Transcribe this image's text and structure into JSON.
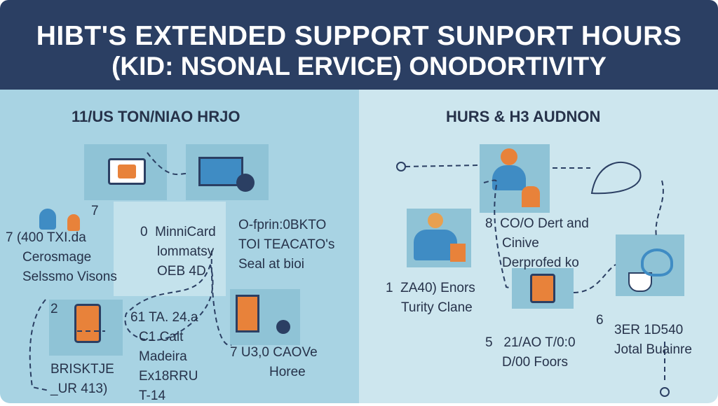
{
  "title": {
    "line1": "HIBT'S EXTENDED SUPPORT SUNPORT HOURS",
    "line2": "(KID: NSONAL ERVICE) ONODORTIVITY"
  },
  "left": {
    "heading": "11/US TON/NIAO HRJO",
    "items": [
      {
        "num": "7",
        "lines": [
          "(400 TXI.da",
          "Cerosmage",
          "Selssmo Visons"
        ]
      },
      {
        "num": "0",
        "lines": [
          "MinniCard",
          "lommatsy",
          "OEB 4D"
        ]
      },
      {
        "num": "",
        "lines": [
          "O-fprin:0BKTO",
          "TOI TEACATO's",
          "Seal at bioi"
        ]
      },
      {
        "num": "2",
        "lines": [
          "BRISKTJE",
          "_UR 413)"
        ]
      },
      {
        "num": "6",
        "lines": [
          "1 TA. 24.a",
          "C1 Calt",
          "Madeira",
          "Ex18RRU",
          "T-14"
        ]
      },
      {
        "num": "7",
        "lines": [
          "U3,0 CAOVe",
          "Horee"
        ]
      }
    ],
    "step_label": "7"
  },
  "right": {
    "heading": "HURS & H3 AUDNON",
    "items": [
      {
        "num": "8",
        "lines": [
          "CO/O Dert and",
          "Cinive",
          "Derprofed ko"
        ]
      },
      {
        "num": "1",
        "lines": [
          "ZA40) Enors",
          "Turity Clane"
        ]
      },
      {
        "num": "5",
        "lines": [
          "21/AO T/0:0",
          "D/00 Foors"
        ]
      },
      {
        "num": "6",
        "lines": [
          "3ER 1D540",
          "Jotal Buainre"
        ]
      }
    ]
  },
  "colors": {
    "header": "#2b3f63",
    "left_panel": "#a8d3e3",
    "right_panel": "#cde6ee",
    "accent": "#e8823a",
    "icon_blue": "#3f8cc4"
  }
}
